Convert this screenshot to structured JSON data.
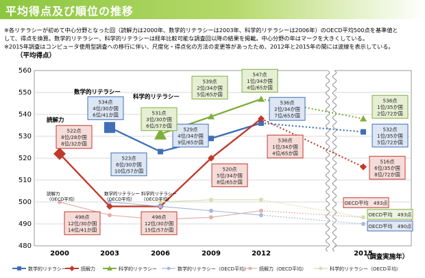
{
  "title": "平均得点及び順位の推移",
  "notes": [
    "※各リテラシーが初めて中心分野となった回（読解力は2000年、数学的リテラシーは2003年、科学的リテラシーは2006年）のOECD平均500点を基準値と",
    "して、得点を換算。数学的リテラシー、科学的リテラシーは経年比較可能な調査回以降の結果を掲載。中心分野の年はマークを大きくしている。",
    "※2015年調査はコンピュータ使用型調査への移行に伴い、尺度化・得点化の方法の変更等があったため、2012年と2015年の間には波線を表示している。"
  ],
  "colors": {
    "math": "#3f6fb6",
    "reading": "#c0392b",
    "science": "#7fae3c",
    "oecd_math": "#a8b8dc",
    "oecd_reading": "#e0b0ac",
    "oecd_science": "#cfe0b0"
  },
  "chart_data": {
    "type": "line",
    "ylabel": "（平均得点）",
    "xlabel": "（調査実施年）",
    "ylim": [
      480,
      560
    ],
    "yticks": [
      "480",
      "490",
      "500",
      "510",
      "520",
      "530",
      "540",
      "550",
      "560"
    ],
    "categories": [
      "2000",
      "2003",
      "2006",
      "2009",
      "2012",
      "2015"
    ],
    "series": [
      {
        "name": "数学的リテラシー",
        "key": "math",
        "values": [
          null,
          534,
          523,
          529,
          536,
          532
        ]
      },
      {
        "name": "読解力",
        "key": "reading",
        "values": [
          522,
          498,
          498,
          520,
          538,
          516
        ]
      },
      {
        "name": "科学的リテラシー",
        "key": "science",
        "values": [
          null,
          null,
          531,
          539,
          547,
          538
        ]
      },
      {
        "name": "数学的リテラシー（OECD平均）",
        "key": "oecd_math",
        "values": [
          null,
          500,
          498,
          496,
          494,
          490
        ]
      },
      {
        "name": "読解力（OECD平均）",
        "key": "oecd_reading",
        "values": [
          500,
          494,
          492,
          493,
          496,
          493
        ]
      },
      {
        "name": "科学的リテラシー（OECD平均）",
        "key": "oecd_science",
        "values": [
          null,
          null,
          500,
          501,
          501,
          493
        ]
      }
    ],
    "series_labels": [
      {
        "key": "reading",
        "text": "読解力"
      },
      {
        "key": "math",
        "text": "数学的リテラシー"
      },
      {
        "key": "science",
        "text": "科学的リテラシー"
      },
      {
        "key": "oecd_reading",
        "text": "読解力\n（OECD平均）"
      },
      {
        "key": "oecd_math",
        "text": "数学的リテラシー\n（OECD平均）"
      },
      {
        "key": "oecd_science",
        "text": "科学的リテラシー\n（OECD平均）"
      }
    ],
    "annotations": [
      {
        "key": "math",
        "year": "2003",
        "lines": [
          "534点",
          "4位/30か国",
          "6位/41か国"
        ]
      },
      {
        "key": "math",
        "year": "2006",
        "lines": [
          "523点",
          "6位/30か国",
          "10位/57か国"
        ]
      },
      {
        "key": "math",
        "year": "2009",
        "lines": [
          "529点",
          "4位/34か国",
          "9位/65か国"
        ]
      },
      {
        "key": "math",
        "year": "2012",
        "lines": [
          "536点",
          "2位/34か国",
          "7位/65か国"
        ]
      },
      {
        "key": "math",
        "year": "2015",
        "lines": [
          "532点",
          "1位/35か国",
          "5位/72か国"
        ]
      },
      {
        "key": "reading",
        "year": "2000",
        "lines": [
          "522点",
          "8位/28か国",
          "8位/32か国"
        ]
      },
      {
        "key": "reading",
        "year": "2003",
        "lines": [
          "498点",
          "12位/30か国",
          "14位/41か国"
        ]
      },
      {
        "key": "reading",
        "year": "2006",
        "lines": [
          "498点",
          "12位/30か国",
          "15位/57か国"
        ]
      },
      {
        "key": "reading",
        "year": "2009",
        "lines": [
          "520点",
          "5位/34か国",
          "8位/65か国"
        ]
      },
      {
        "key": "reading",
        "year": "2012",
        "lines": [
          "538点",
          "1位/34か国",
          "4位/65か国"
        ]
      },
      {
        "key": "reading",
        "year": "2015",
        "lines": [
          "516点",
          "6位/35か国",
          "8位/72か国"
        ]
      },
      {
        "key": "science",
        "year": "2006",
        "lines": [
          "531点",
          "3位/30か国",
          "6位/57か国"
        ]
      },
      {
        "key": "science",
        "year": "2009",
        "lines": [
          "539点",
          "2位/34か国",
          "5位/65か国"
        ]
      },
      {
        "key": "science",
        "year": "2012",
        "lines": [
          "547点",
          "1位/34か国",
          "4位/65か国"
        ]
      },
      {
        "key": "science",
        "year": "2015",
        "lines": [
          "538点",
          "1位/35か国",
          "2位/72か国"
        ]
      },
      {
        "key": "oecd_reading",
        "year": "2015",
        "lines": [
          "OECD平均　493点"
        ]
      },
      {
        "key": "oecd_science",
        "year": "2015",
        "lines": [
          "OECD平均　493点"
        ]
      },
      {
        "key": "oecd_math",
        "year": "2015",
        "lines": [
          "OECD平均　490点"
        ]
      }
    ]
  }
}
